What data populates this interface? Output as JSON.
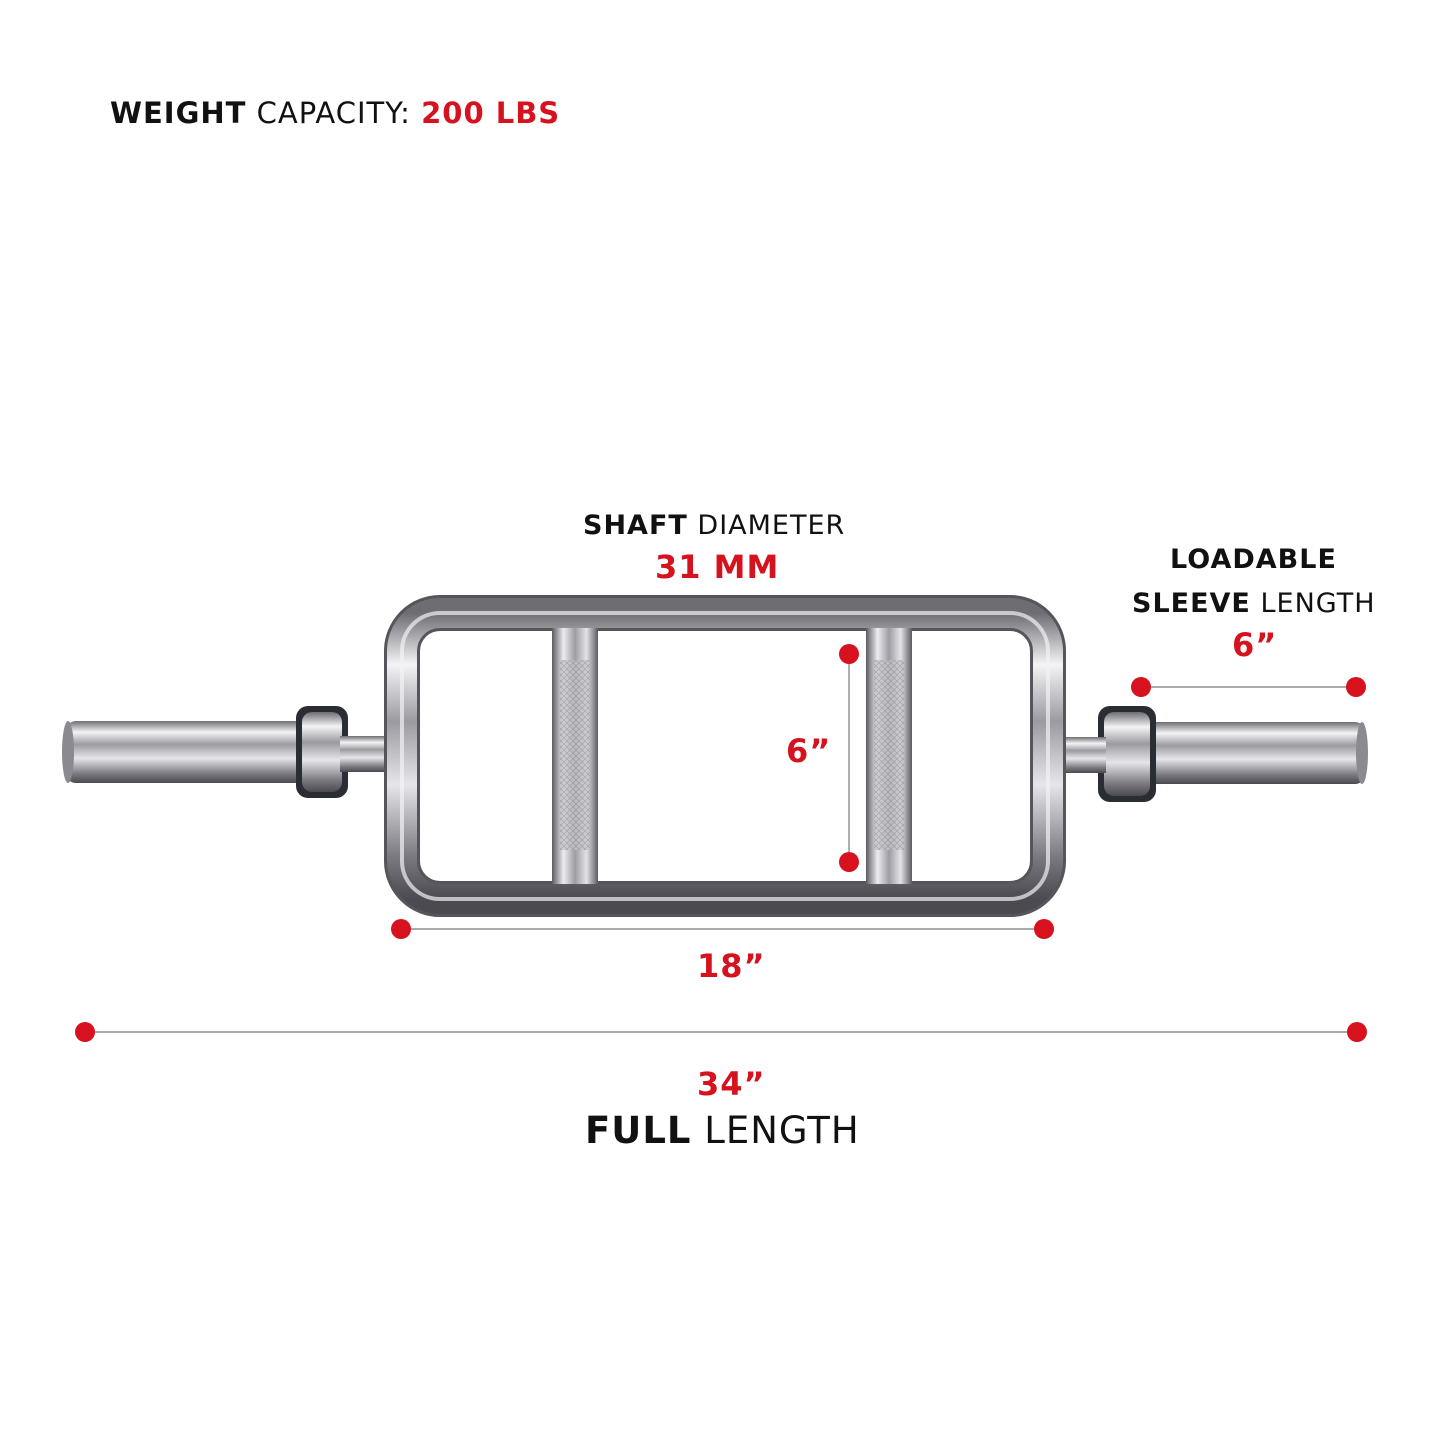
{
  "weight_capacity": {
    "bold": "WEIGHT",
    "light": "CAPACITY:",
    "value": "200 LBS"
  },
  "shaft": {
    "bold": "SHAFT",
    "light": "DIAMETER",
    "value": "31 MM"
  },
  "sleeve": {
    "line1": "LOADABLE",
    "bold": "SLEEVE",
    "light": "LENGTH",
    "value": "6”"
  },
  "handle_height": {
    "value": "6”"
  },
  "frame_width": {
    "value": "18”"
  },
  "full_length": {
    "value": "34”",
    "bold": "FULL",
    "light": "LENGTH"
  },
  "colors": {
    "accent": "#d6121e",
    "text": "#111111",
    "chrome": "#c8c8cc"
  }
}
